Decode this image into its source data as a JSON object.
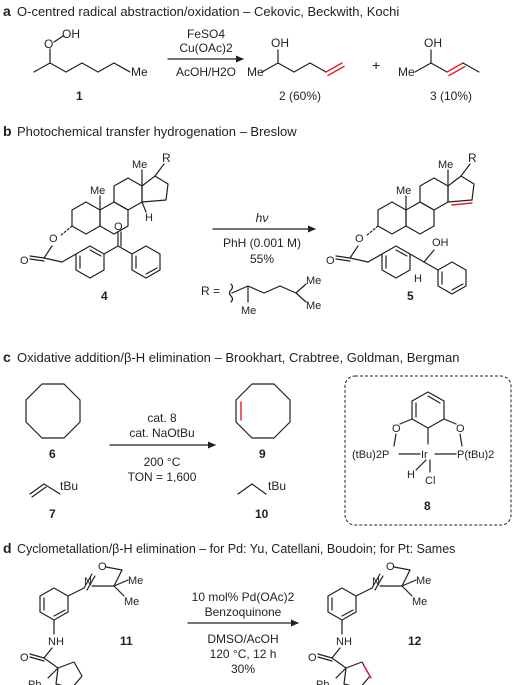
{
  "panels": {
    "a": {
      "letter": "a",
      "title": "O-centred radical abstraction/oxidation – Cekovic, Beckwith, Kochi",
      "cond_1": "FeSO4",
      "cond_2": "Cu(OAc)2",
      "cond_3": "AcOH/H2O",
      "plus": "+",
      "sm_oo": "O",
      "sm_oh": "OH",
      "sm_me": "Me",
      "p2_oh": "OH",
      "p3_oh": "OH",
      "p3_me": "Me",
      "p2_me": "Me",
      "cpd_1": "1",
      "cpd_2": "2 (60%)",
      "cpd_3": "3 (10%)"
    },
    "b": {
      "letter": "b",
      "title": "Photochemical transfer hydrogenation – Breslow",
      "cond_1": "hν",
      "cond_2": "PhH (0.001 M)",
      "cond_3": "55%",
      "r": "R",
      "me": "Me",
      "h": "H",
      "o": "O",
      "oh": "OH",
      "r_eq": "R =",
      "cpd_4": "4",
      "cpd_5": "5"
    },
    "c": {
      "letter": "c",
      "title": "Oxidative addition/β-H elimination – Brookhart, Crabtree, Goldman, Bergman",
      "cond_1": "cat. 8",
      "cond_2": "cat. NaOtBu",
      "cond_3": "200 °C",
      "cond_4": "TON = 1,600",
      "tbu": "tBu",
      "o": "O",
      "p": "P",
      "ir": "Ir",
      "h": "H",
      "cl": "Cl",
      "ptbu_left": "(tBu)2P",
      "ptbu_right": "P(tBu)2",
      "cpd_6": "6",
      "cpd_7": "7",
      "cpd_8": "8",
      "cpd_9": "9",
      "cpd_10": "10"
    },
    "d": {
      "letter": "d",
      "title": "Cyclometallation/β-H elimination – for Pd: Yu, Catellani, Boudoin; for Pt: Sames",
      "cond_1": "10 mol% Pd(OAc)2",
      "cond_2": "Benzoquinone",
      "cond_3": "DMSO/AcOH",
      "cond_4": "120 °C, 12 h",
      "cond_5": "30%",
      "o": "O",
      "n": "N",
      "me": "Me",
      "nh": "NH",
      "ph": "Ph",
      "cpd_11": "11",
      "cpd_12": "12"
    }
  }
}
